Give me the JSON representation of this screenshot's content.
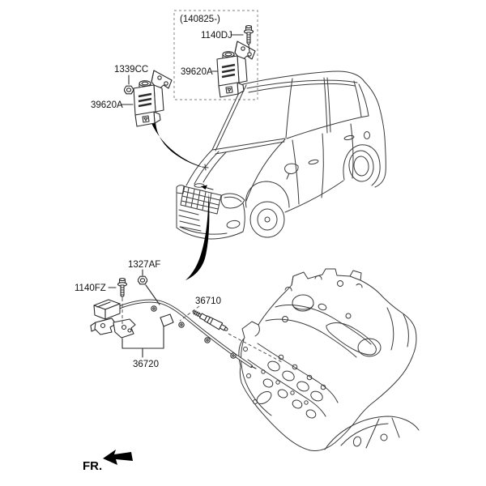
{
  "diagram": {
    "kind": "vehicle-parts-diagram",
    "colors": {
      "background": "#ffffff",
      "line": "#3a3a3a",
      "text": "#111111",
      "callout_box": "#999999",
      "pointer": "#000000"
    }
  },
  "variant_box": {
    "label": "(140825-)",
    "parts": [
      {
        "id": "1140DJ",
        "type": "bolt"
      },
      {
        "id": "39620A",
        "type": "glow-control-module"
      }
    ]
  },
  "parts": {
    "nut_upper": {
      "id": "1339CC",
      "type": "nut"
    },
    "module_main": {
      "id": "39620A",
      "type": "glow-control-module"
    },
    "nut_lower": {
      "id": "1327AF",
      "type": "nut"
    },
    "bolt_lower": {
      "id": "1140FZ",
      "type": "bolt"
    },
    "glow_plug": {
      "id": "36710",
      "type": "glow-plug"
    },
    "harness": {
      "id": "36720",
      "type": "glow-plug-harness"
    }
  },
  "direction": {
    "label": "FR."
  }
}
